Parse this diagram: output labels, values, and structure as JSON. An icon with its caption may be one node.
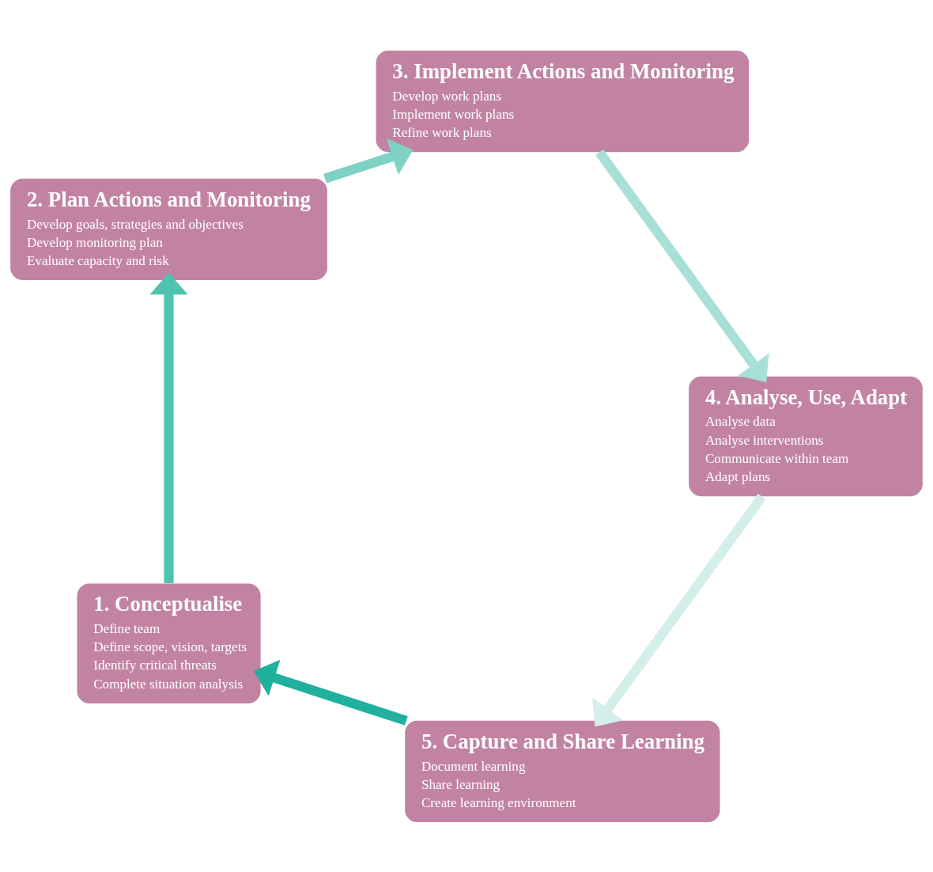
{
  "diagram": {
    "nodes": [
      {
        "text": [
          "1. Conceptualise",
          "Define team",
          "Define scope, vision, targets",
          "Identify critical threats",
          "Complete situation analysis"
        ]
      },
      {
        "text": [
          "2. Plan Actions and Monitoring",
          "Develop goals, strategies and objectives",
          "Develop monitoring plan",
          "Evaluate capacity and risk"
        ]
      },
      {
        "text": [
          "3. Implement Actions and Monitoring",
          "Develop work plans",
          "Implement work plans",
          "Refine work plans"
        ]
      },
      {
        "text": [
          "4. Analyse, Use, Adapt",
          "Analyse data",
          "Analyse interventions",
          "Communicate within team",
          "Adapt plans"
        ]
      },
      {
        "text": [
          "5. Capture and Share Learning",
          "Document learning",
          "Share learning",
          "Create learning environment"
        ]
      }
    ],
    "edges": [
      {
        "from": 0,
        "to": 1,
        "arrow": "to",
        "color": "#4ec4b0"
      },
      {
        "from": 1,
        "to": 2,
        "arrow": "to",
        "color": "#7dd2c4"
      },
      {
        "from": 2,
        "to": 3,
        "arrow": "to",
        "color": "#a8e0d8"
      },
      {
        "from": 3,
        "to": 4,
        "arrow": "to",
        "color": "#d4eeea"
      },
      {
        "from": 4,
        "to": 0,
        "arrow": "to",
        "color": "#22b09e"
      }
    ]
  }
}
